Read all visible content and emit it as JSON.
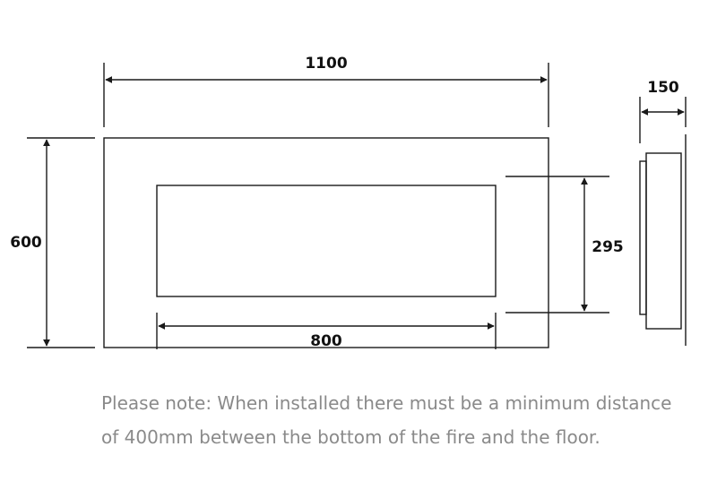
{
  "dimensions": {
    "overall_width": "1100",
    "overall_height": "600",
    "depth": "150",
    "glass_width": "800",
    "glass_height": "295"
  },
  "note": {
    "line1": "Please note: When installed there must be a minimum distance",
    "line2": "of 400mm between the bottom of the fire and the floor."
  },
  "colors": {
    "line": "#1a1a1a",
    "note_text": "#8a8a8a"
  }
}
